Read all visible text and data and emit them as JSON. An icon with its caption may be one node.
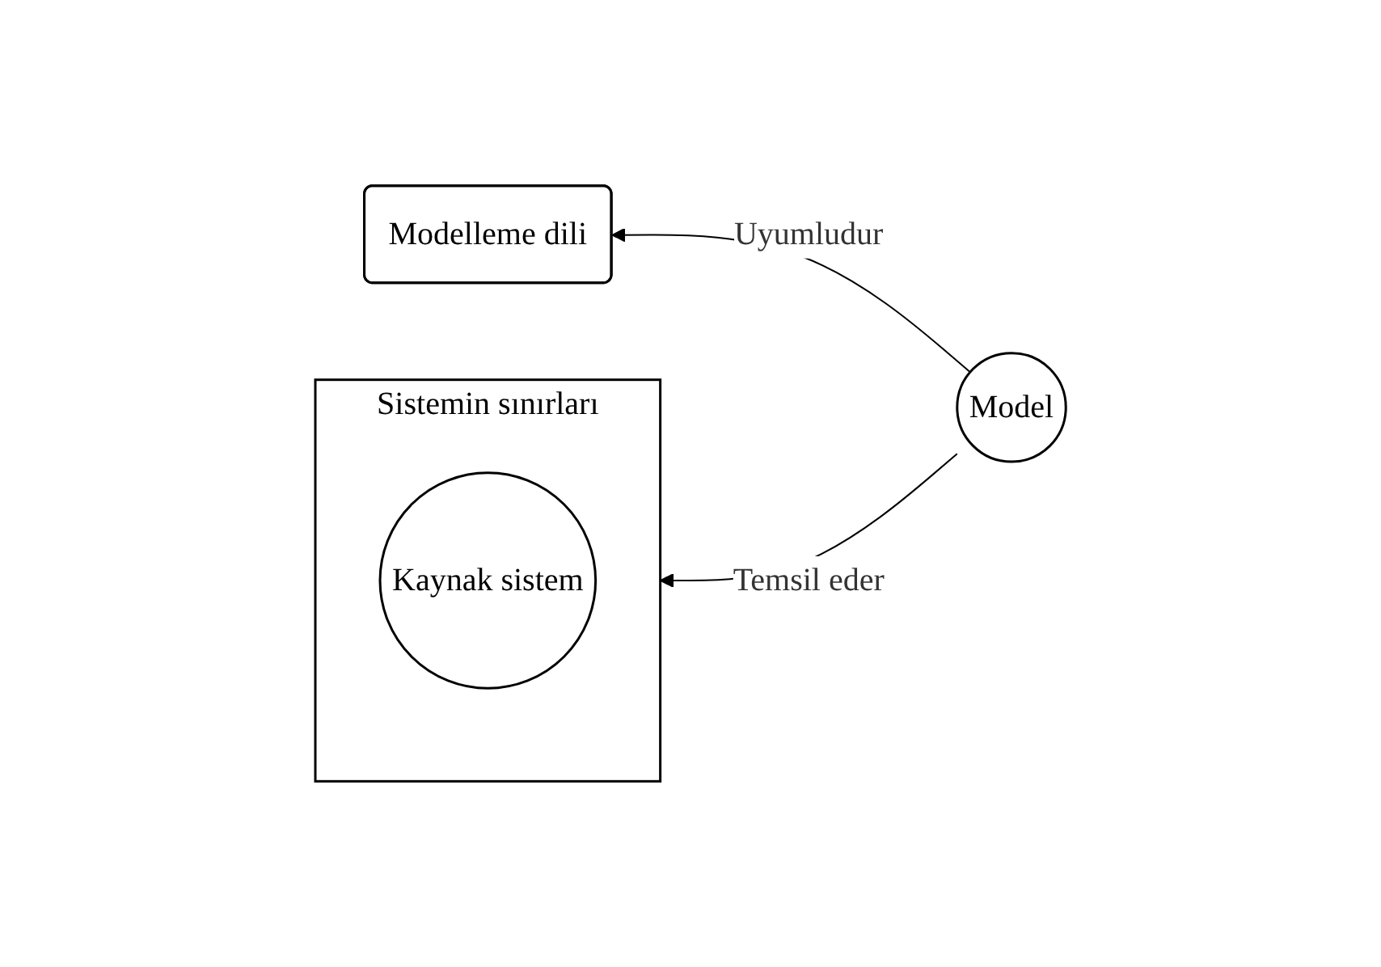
{
  "diagram": {
    "nodes": [
      {
        "text": [
          "Sistemin sınırları"
        ]
      },
      {
        "text": [
          "Kaynak sistem"
        ],
        "in": 0
      },
      {
        "text": [
          "Model"
        ]
      },
      {
        "text": [
          "Modelleme dili"
        ]
      }
    ],
    "edges": [
      {
        "from": 2,
        "to": 0,
        "label": "Temsil eder",
        "arrow": "to"
      },
      {
        "from": 2,
        "to": 3,
        "label": "Uyumludur",
        "arrow": "to"
      }
    ]
  }
}
